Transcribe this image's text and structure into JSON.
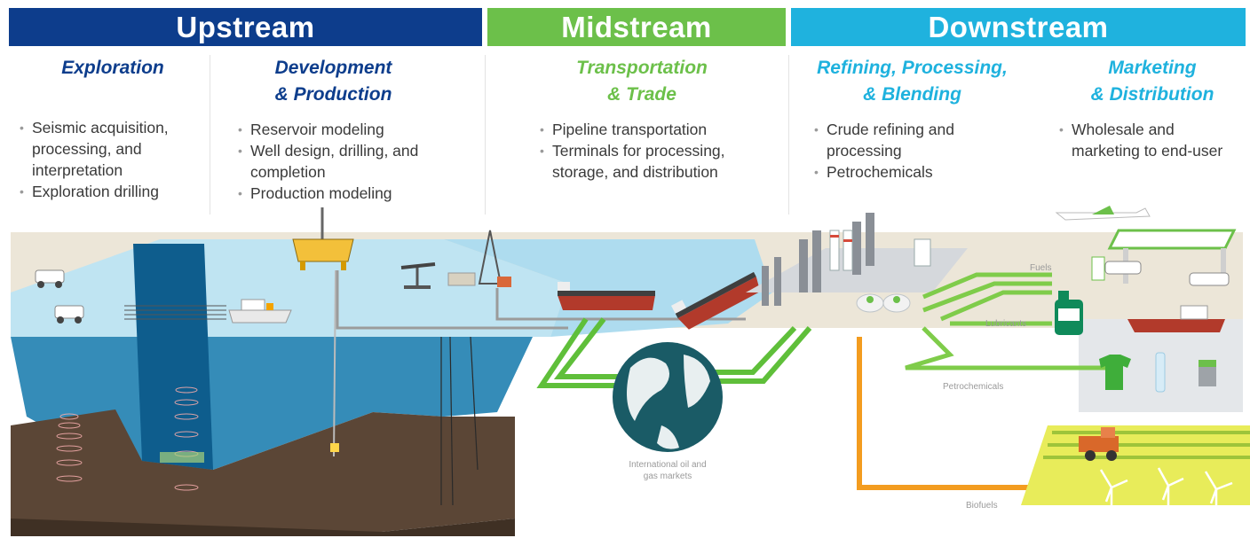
{
  "colors": {
    "upstream": "#0d3d8c",
    "midstream": "#6cc04a",
    "downstream": "#1fb2de",
    "flow_green": "#5fbf3a",
    "flow_orange": "#f39c1f",
    "water": "#6fc3df",
    "earth": "#5b4636"
  },
  "bands": {
    "upstream": "Upstream",
    "midstream": "Midstream",
    "downstream": "Downstream"
  },
  "columns": [
    {
      "title_lines": [
        "Exploration"
      ],
      "bullets": [
        "Seismic acquisition, processing, and interpretation",
        "Exploration drilling"
      ]
    },
    {
      "title_lines": [
        "Development",
        "& Production"
      ],
      "bullets": [
        "Reservoir modeling",
        "Well design, drilling, and completion",
        "Production modeling"
      ]
    },
    {
      "title_lines": [
        "Transportation",
        "& Trade"
      ],
      "bullets": [
        "Pipeline transportation",
        "Terminals for processing, storage, and distribution"
      ]
    },
    {
      "title_lines": [
        "Refining, Processing,",
        "& Blending"
      ],
      "bullets": [
        "Crude refining and processing",
        "Petrochemicals"
      ]
    },
    {
      "title_lines": [
        "Marketing",
        "& Distribution"
      ],
      "bullets": [
        "Wholesale and marketing to end-user"
      ]
    }
  ],
  "illustration": {
    "globe_label_1": "International oil and",
    "globe_label_2": "gas markets",
    "flow_fuels": "Fuels",
    "flow_lubricants": "Lubricants",
    "flow_petrochemicals": "Petrochemicals",
    "flow_biofuels": "Biofuels",
    "icons": [
      "survey-truck-icon",
      "seismic-ship-icon",
      "offshore-platform-icon",
      "pumpjack-icon",
      "oil-tanker-icon",
      "globe-icon",
      "refinery-icon",
      "airplane-icon",
      "gas-station-icon",
      "lubricant-bottle-icon",
      "cargo-ship-icon",
      "tshirt-icon",
      "water-bottle-icon",
      "combine-harvester-icon",
      "wind-turbine-icon"
    ]
  }
}
